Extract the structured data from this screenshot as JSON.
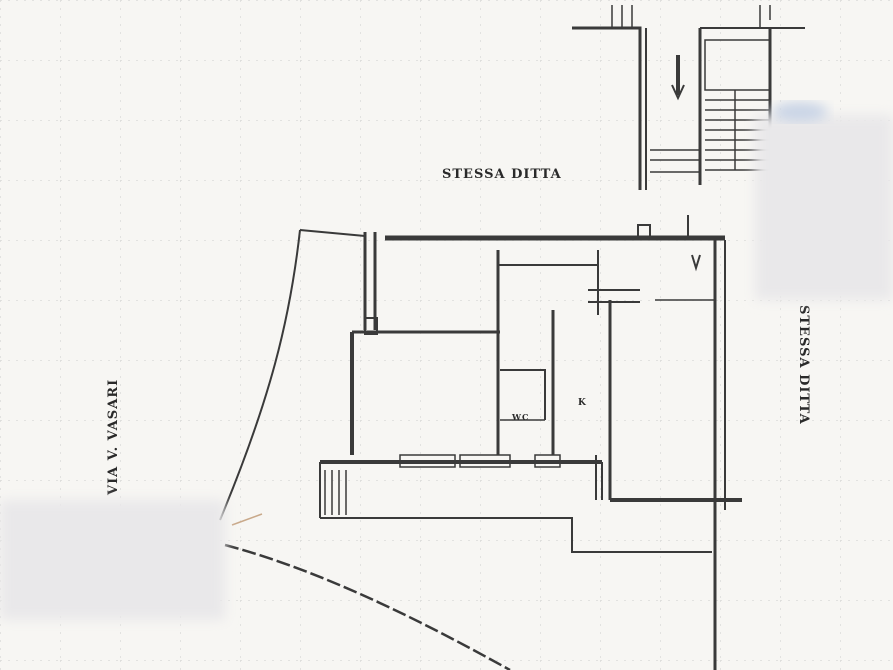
{
  "plan": {
    "labels": {
      "top": "STESSA DITTA",
      "right": "STESSA DITTA",
      "left": "VIA V. VASARI",
      "wc": "WC",
      "k": "K"
    },
    "colors": {
      "paper": "#f7f6f3",
      "ink": "#3a3a3a",
      "grid": "#d8d8d6",
      "redaction": "#e9e8ea"
    }
  }
}
